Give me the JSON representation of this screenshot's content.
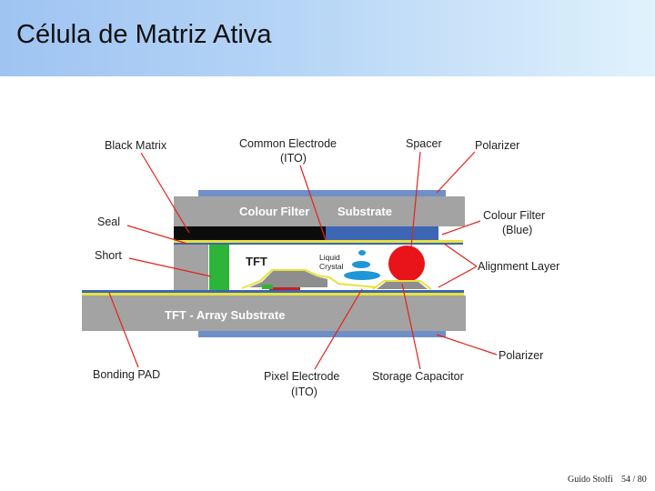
{
  "slide": {
    "title": "Célula de Matriz Ativa"
  },
  "diagram": {
    "labels": {
      "black_matrix": "Black Matrix",
      "common_electrode_1": "Common Electrode",
      "common_electrode_2": "(ITO)",
      "spacer": "Spacer",
      "polarizer_top": "Polarizer",
      "seal": "Seal",
      "colour_filter_blue_1": "Colour Filter",
      "colour_filter_blue_2": "(Blue)",
      "short": "Short",
      "alignment_layer": "Alignment Layer",
      "bonding_pad": "Bonding PAD",
      "pixel_electrode_1": "Pixel Electrode",
      "pixel_electrode_2": "(ITO)",
      "storage_capacitor": "Storage Capacitor",
      "polarizer_bottom": "Polarizer",
      "colour_filter_substrate_a": "Colour Filter",
      "colour_filter_substrate_b": "Substrate",
      "tft_array_substrate": "TFT - Array Substrate",
      "tft": "TFT",
      "liquid_crystal_1": "Liquid",
      "liquid_crystal_2": "Crystal"
    },
    "colors": {
      "substrate_gray": "#a3a3a3",
      "polarizer_blue": "#6f8fc9",
      "black_matrix": "#0c0c0c",
      "blue_filter": "#3d66b5",
      "spacer_red": "#e8141a",
      "short_green": "#2db53a",
      "alignment_yellow": "#e8e23a",
      "pointer_red": "#e2231a"
    }
  },
  "footer": {
    "author": "Guido Stolfi",
    "page": "54 / 80"
  }
}
